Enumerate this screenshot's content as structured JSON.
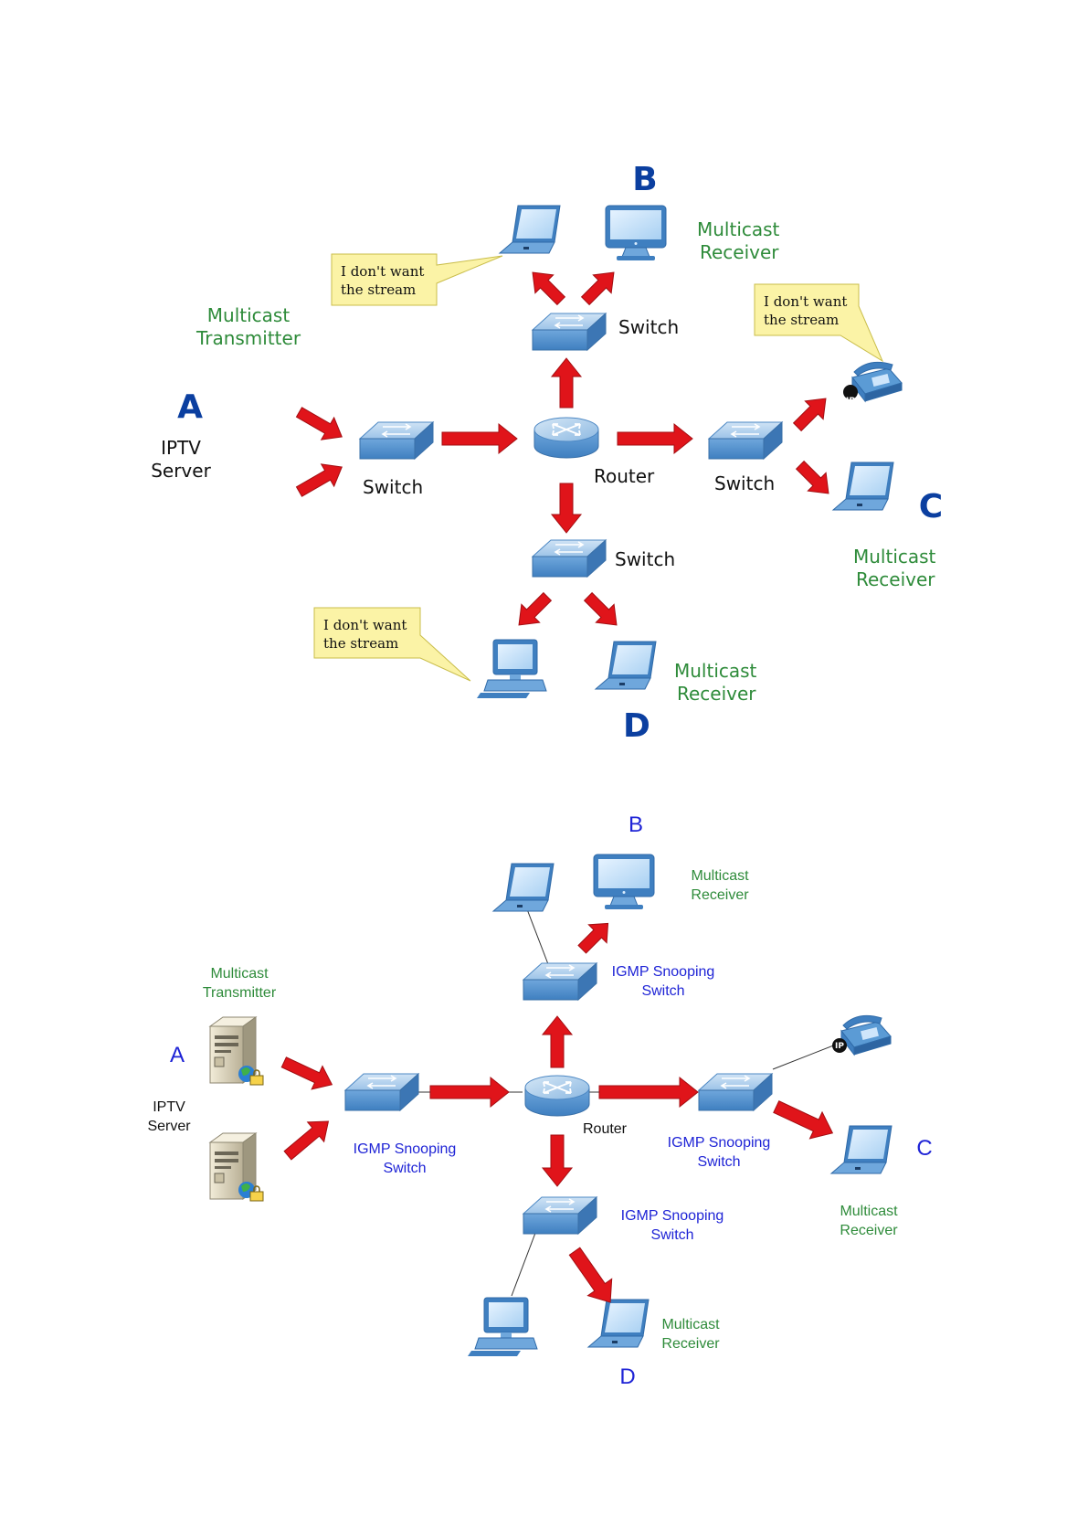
{
  "diagram1": {
    "label_a": "A",
    "label_b": "B",
    "label_c": "C",
    "label_d": "D",
    "transmitter_line1": "Multicast",
    "transmitter_line2": "Transmitter",
    "server_line1": "IPTV",
    "server_line2": "Server",
    "switch_label": "Switch",
    "router_label": "Router",
    "receiver_line1": "Multicast",
    "receiver_line2": "Receiver",
    "callout_line1": "I don't want",
    "callout_line2": "the stream",
    "ip_badge": "IP"
  },
  "diagram2": {
    "label_a": "A",
    "label_b": "B",
    "label_c": "C",
    "label_d": "D",
    "transmitter_line1": "Multicast",
    "transmitter_line2": "Transmitter",
    "server_line1": "IPTV",
    "server_line2": "Server",
    "snoop_line1": "IGMP Snooping",
    "snoop_line2": "Switch",
    "router_label": "Router",
    "receiver_line1": "Multicast",
    "receiver_line2": "Receiver",
    "ip_badge": "IP"
  },
  "colors": {
    "arrow": "#e0141a",
    "device_blue": "#5b9bd5",
    "callout_fill": "#fbf3a6",
    "green_label": "#2e8b3a",
    "blue_label": "#1f24d6"
  }
}
